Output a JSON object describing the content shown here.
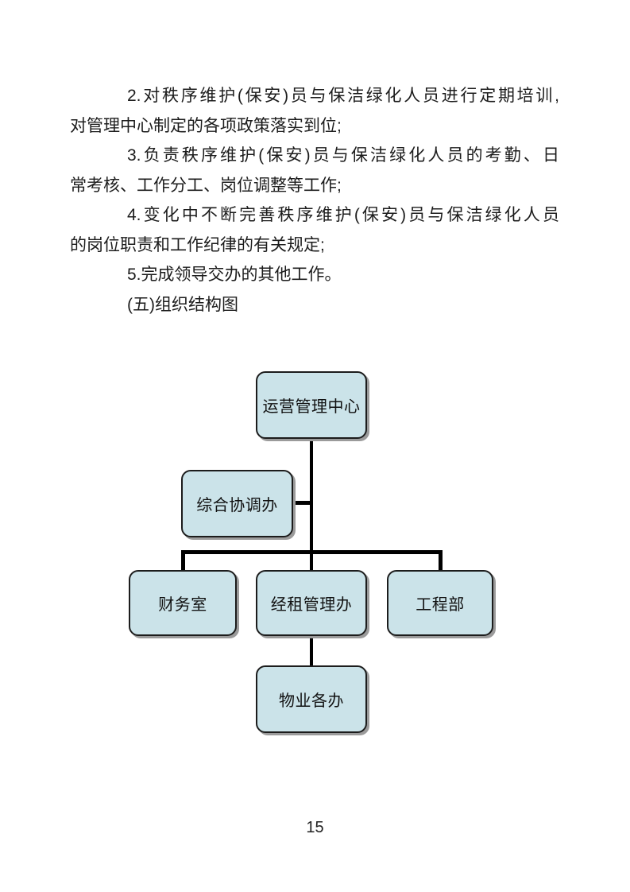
{
  "document": {
    "paragraph_lines": [
      {
        "text": "2.对秩序维护(保安)员与保洁绿化人员进行定期培训,"
      },
      {
        "text": "对管理中心制定的各项政策落实到位;"
      },
      {
        "text": "3.负责秩序维护(保安)员与保洁绿化人员的考勤、日"
      },
      {
        "text": "常考核、工作分工、岗位调整等工作;"
      },
      {
        "text": "4.变化中不断完善秩序维护(保安)员与保洁绿化人员"
      },
      {
        "text": "的岗位职责和工作纪律的有关规定;"
      },
      {
        "text": "5.完成领导交办的其他工作。"
      },
      {
        "text": "(五)组织结构图"
      }
    ],
    "page_number": "15"
  },
  "org_chart": {
    "nodes": {
      "root": "运营管理中心",
      "staff": "综合协调办",
      "left": "财务室",
      "center": "经租管理办",
      "right": "工程部",
      "bottom": "物业各办"
    },
    "colors": {
      "box_fill": "#cbe3e9",
      "box_border": "#1c1c1c",
      "connector": "#000000"
    }
  }
}
